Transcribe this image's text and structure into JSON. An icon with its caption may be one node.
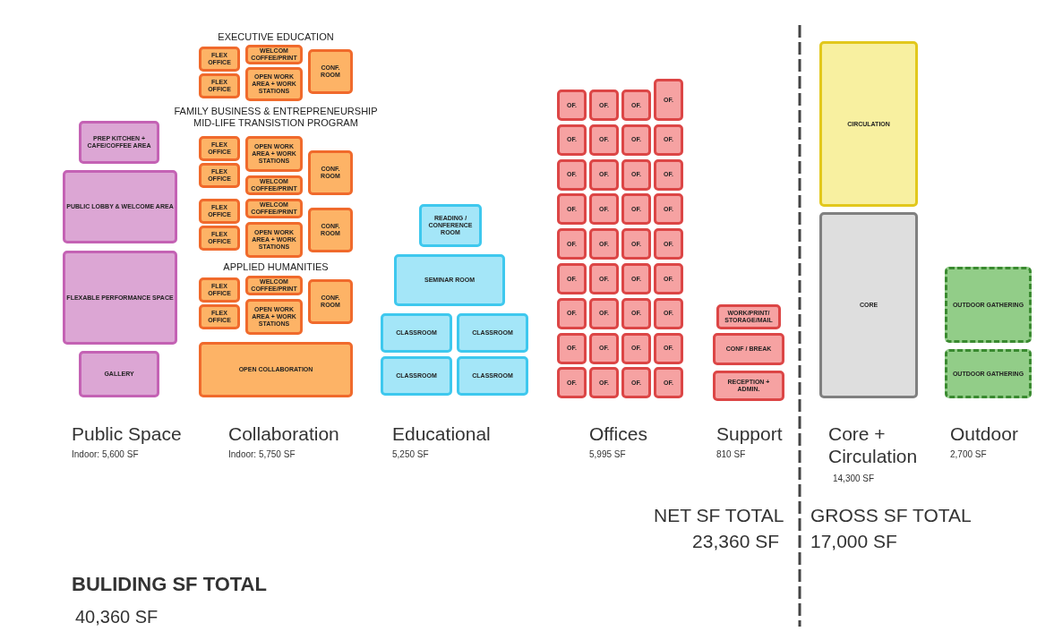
{
  "diagram": {
    "nodes": [
      {
        "text": [
          "PREP KITCHEN + CAFE/COFFEE AREA"
        ]
      },
      {
        "text": [
          "PUBLIC LOBBY & WELCOME AREA"
        ]
      },
      {
        "text": [
          "FLEXABLE PERFORMANCE SPACE"
        ]
      },
      {
        "text": [
          "GALLERY"
        ]
      },
      {
        "text": [
          "FLEX OFFICE"
        ]
      },
      {
        "text": [
          "WELCOM COFFEE/PRINT"
        ]
      },
      {
        "text": [
          "CONF. ROOM"
        ]
      },
      {
        "text": [
          "FLEX OFFICE"
        ]
      },
      {
        "text": [
          "OPEN WORK AREA + WORK STATIONS"
        ]
      },
      {
        "text": [
          "FLEX OFFICE"
        ]
      },
      {
        "text": [
          "OPEN WORK AREA + WORK STATIONS"
        ]
      },
      {
        "text": [
          "FLEX OFFICE"
        ]
      },
      {
        "text": [
          "CONF. ROOM"
        ]
      },
      {
        "text": [
          "WELCOM COFFEE/PRINT"
        ]
      },
      {
        "text": [
          "WELCOM COFFEE/PRINT"
        ]
      },
      {
        "text": [
          "FLEX OFFICE"
        ]
      },
      {
        "text": [
          "CONF. ROOM"
        ]
      },
      {
        "text": [
          "OPEN WORK AREA + WORK STATIONS"
        ]
      },
      {
        "text": [
          "FLEX OFFICE"
        ]
      },
      {
        "text": [
          "FLEX OFFICE"
        ]
      },
      {
        "text": [
          "WELCOM COFFEE/PRINT"
        ]
      },
      {
        "text": [
          "CONF. ROOM"
        ]
      },
      {
        "text": [
          "FLEX OFFICE"
        ]
      },
      {
        "text": [
          "OPEN WORK AREA + WORK STATIONS"
        ]
      },
      {
        "text": [
          "OPEN COLLABORATION"
        ]
      },
      {
        "text": [
          "READING / CONFERENCE ROOM"
        ]
      },
      {
        "text": [
          "SEMINAR ROOM"
        ]
      },
      {
        "text": [
          "CLASSROOM"
        ]
      },
      {
        "text": [
          "CLASSROOM"
        ]
      },
      {
        "text": [
          "CLASSROOM"
        ]
      },
      {
        "text": [
          "CLASSROOM"
        ]
      },
      {
        "text": [
          "OF."
        ]
      },
      {
        "text": [
          "OF."
        ]
      },
      {
        "text": [
          "OF."
        ]
      },
      {
        "text": [
          "OF."
        ]
      },
      {
        "text": [
          "OF."
        ]
      },
      {
        "text": [
          "OF."
        ]
      },
      {
        "text": [
          "OF."
        ]
      },
      {
        "text": [
          "OF."
        ]
      },
      {
        "text": [
          "OF."
        ]
      },
      {
        "text": [
          "OF."
        ]
      },
      {
        "text": [
          "OF."
        ]
      },
      {
        "text": [
          "OF."
        ]
      },
      {
        "text": [
          "OF."
        ]
      },
      {
        "text": [
          "OF."
        ]
      },
      {
        "text": [
          "OF."
        ]
      },
      {
        "text": [
          "OF."
        ]
      },
      {
        "text": [
          "OF."
        ]
      },
      {
        "text": [
          "OF."
        ]
      },
      {
        "text": [
          "OF."
        ]
      },
      {
        "text": [
          "OF."
        ]
      },
      {
        "text": [
          "OF."
        ]
      },
      {
        "text": [
          "OF."
        ]
      },
      {
        "text": [
          "OF."
        ]
      },
      {
        "text": [
          "OF."
        ]
      },
      {
        "text": [
          "OF."
        ]
      },
      {
        "text": [
          "OF."
        ]
      },
      {
        "text": [
          "OF."
        ]
      },
      {
        "text": [
          "OF."
        ]
      },
      {
        "text": [
          "OF."
        ]
      },
      {
        "text": [
          "OF."
        ]
      },
      {
        "text": [
          "OF."
        ]
      },
      {
        "text": [
          "OF."
        ]
      },
      {
        "text": [
          "OF."
        ]
      },
      {
        "text": [
          "OF."
        ]
      },
      {
        "text": [
          "OF."
        ]
      },
      {
        "text": [
          "OF."
        ]
      },
      {
        "text": [
          "WORK/PRINT/ STORAGE/MAIL"
        ]
      },
      {
        "text": [
          "CONF / BREAK"
        ]
      },
      {
        "text": [
          "RECEPTION + ADMIN."
        ]
      },
      {
        "text": [
          "CIRCULATION"
        ]
      },
      {
        "text": [
          "CORE"
        ]
      },
      {
        "text": [
          "OUTDOOR GATHERING"
        ]
      },
      {
        "text": [
          "OUTDOOR GATHERING"
        ]
      }
    ],
    "labels": [
      "EXECUTIVE EDUCATION",
      "FAMILY BUSINESS & ENTREPRENEURSHIP MID-LIFE TRANSISTION PROGRAM",
      "APPLIED HUMANITIES",
      "Public Space",
      "Indoor: 5,600 SF",
      "Collaboration",
      "Indoor: 5,750 SF",
      "Educational",
      "5,250 SF",
      "Offices",
      "5,995 SF",
      "Support",
      "810 SF",
      "Core + Circulation",
      "14,300 SF",
      "Outdoor",
      "2,700 SF",
      "NET SF TOTAL",
      "23,360 SF",
      "GROSS SF TOTAL",
      "17,000 SF",
      "BULIDING SF TOTAL",
      "40,360 SF"
    ]
  }
}
